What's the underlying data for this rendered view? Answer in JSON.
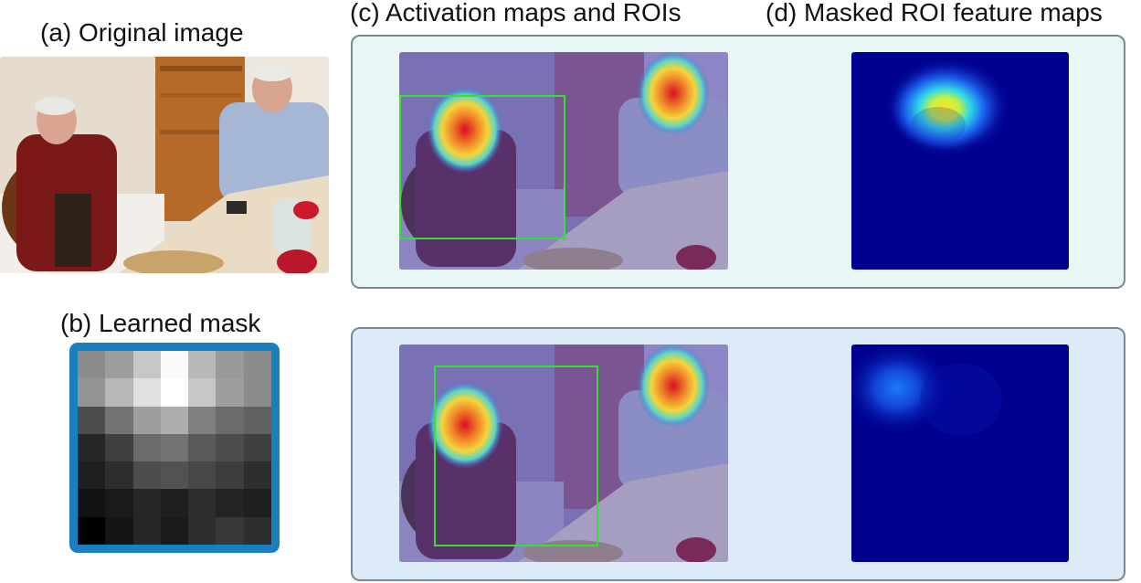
{
  "labels": {
    "a": "(a) Original image",
    "b": "(b) Learned mask",
    "c": "(c) Activation maps and ROIs",
    "d": "(d) Masked ROI feature maps"
  },
  "mask": {
    "grid_size": 7,
    "values": [
      [
        0.55,
        0.62,
        0.78,
        0.98,
        0.72,
        0.6,
        0.55
      ],
      [
        0.58,
        0.72,
        0.88,
        1.0,
        0.78,
        0.62,
        0.55
      ],
      [
        0.3,
        0.45,
        0.62,
        0.68,
        0.5,
        0.42,
        0.38
      ],
      [
        0.15,
        0.25,
        0.42,
        0.45,
        0.35,
        0.3,
        0.25
      ],
      [
        0.12,
        0.18,
        0.3,
        0.32,
        0.28,
        0.24,
        0.18
      ],
      [
        0.07,
        0.1,
        0.15,
        0.12,
        0.18,
        0.14,
        0.12
      ],
      [
        0.0,
        0.08,
        0.15,
        0.1,
        0.18,
        0.22,
        0.18
      ]
    ]
  },
  "colors": {
    "panel_row1_bg": "#e8f7f6",
    "panel_row2_bg": "#ddebf8",
    "roi_box": "#35e035",
    "feature_bg": "#00008f",
    "mask_border": "#1a7fc0"
  }
}
